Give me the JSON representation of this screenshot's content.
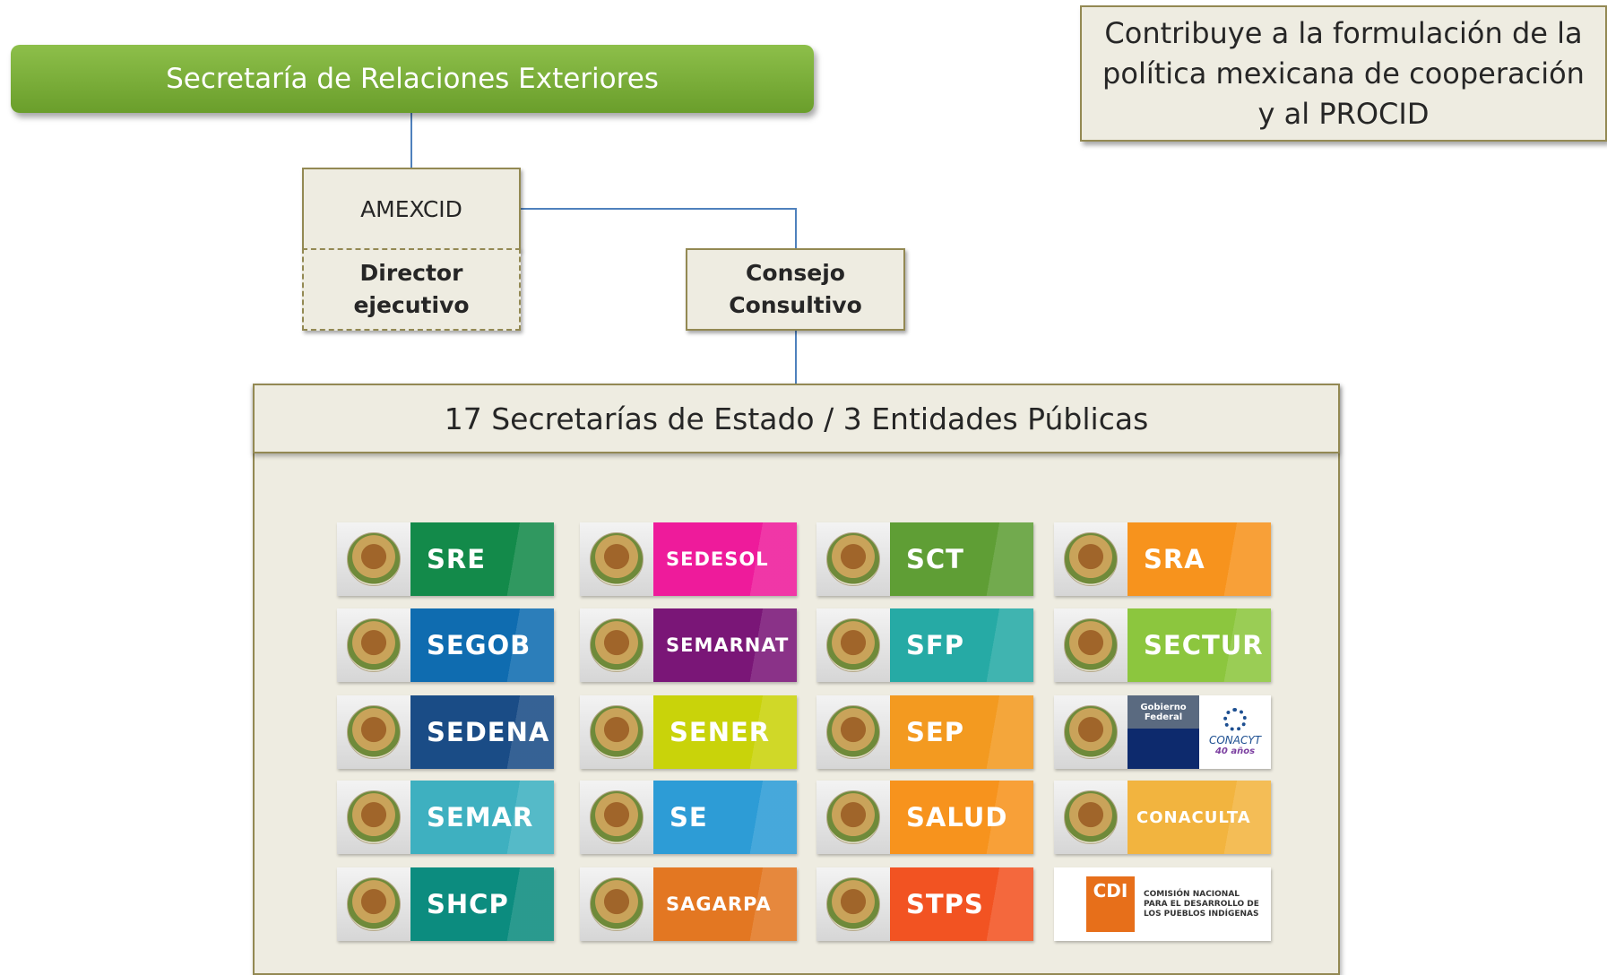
{
  "header": {
    "sre_title": "Secretaría de Relaciones Exteriores",
    "note": "Contribuye a la formulación de la política mexicana de cooperación y al PROCID"
  },
  "org": {
    "amexcid": "AMEXCID",
    "director": "Director ejecutivo",
    "consejo": "Consejo Consultivo",
    "panel_title": "17 Secretarías de Estado / 3 Entidades Públicas"
  },
  "logos": [
    {
      "label": "SRE",
      "color": "#138a4a"
    },
    {
      "label": "SEDESOL",
      "color": "#ee1b9b"
    },
    {
      "label": "SCT",
      "color": "#5f9e35"
    },
    {
      "label": "SRA",
      "color": "#f7931d"
    },
    {
      "label": "SEGOB",
      "color": "#0f6cb0"
    },
    {
      "label": "SEMARNAT",
      "color": "#7a1677"
    },
    {
      "label": "SFP",
      "color": "#26aaa5"
    },
    {
      "label": "SECTUR",
      "color": "#8cc63e"
    },
    {
      "label": "SEDENA",
      "color": "#1a4c86"
    },
    {
      "label": "SENER",
      "color": "#c9d30a"
    },
    {
      "label": "SEP",
      "color": "#f39a20"
    },
    {
      "label": "CONACYT",
      "color": "#0d2a6d",
      "extra": "Gobierno Federal",
      "sub": "40 años"
    },
    {
      "label": "SEMAR",
      "color": "#3eb0c0"
    },
    {
      "label": "SE",
      "color": "#2d9cd6"
    },
    {
      "label": "SALUD",
      "color": "#f7931d"
    },
    {
      "label": "CONACULTA",
      "color": "#f2b43f"
    },
    {
      "label": "SHCP",
      "color": "#0c8c7f"
    },
    {
      "label": "SAGARPA",
      "color": "#e37722"
    },
    {
      "label": "STPS",
      "color": "#f25322"
    },
    {
      "label": "CDI",
      "color": "#e76f1a",
      "extra": "COMISIÓN NACIONAL PARA EL DESARROLLO DE LOS PUEBLOS INDÍGENAS"
    }
  ]
}
